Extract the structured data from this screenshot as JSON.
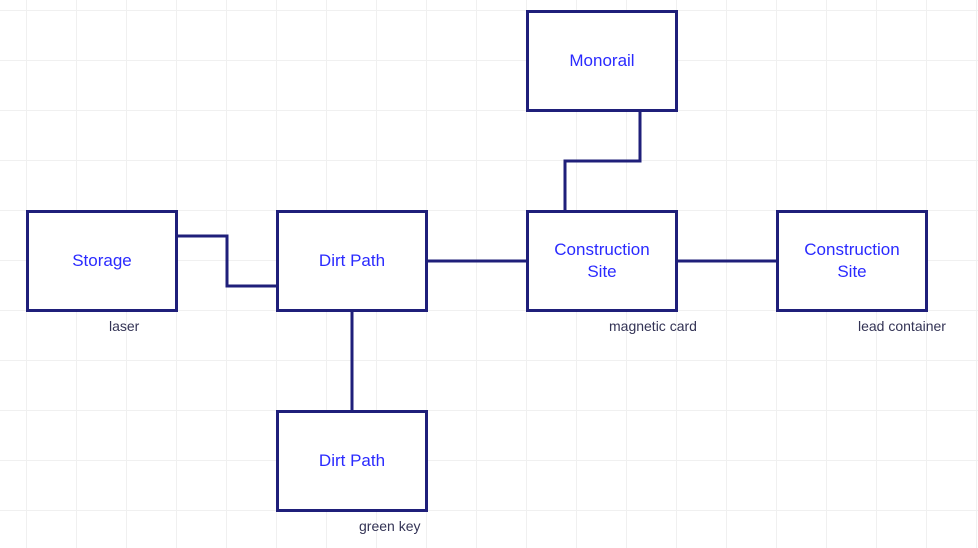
{
  "diagram": {
    "title": "Room map",
    "line_color": "#1f1f7a",
    "text_color": "#2a2aff",
    "nodes": [
      {
        "id": "monorail",
        "label": "Monorail",
        "item": ""
      },
      {
        "id": "storage",
        "label": "Storage",
        "item": "laser"
      },
      {
        "id": "dirt-path-1",
        "label": "Dirt Path",
        "item": ""
      },
      {
        "id": "construction-site-1",
        "label": "Construction\nSite",
        "item": "magnetic card"
      },
      {
        "id": "construction-site-2",
        "label": "Construction\nSite",
        "item": "lead container"
      },
      {
        "id": "dirt-path-2",
        "label": "Dirt Path",
        "item": "green key"
      }
    ],
    "edges": [
      {
        "from": "storage",
        "to": "dirt-path-1"
      },
      {
        "from": "dirt-path-1",
        "to": "construction-site-1"
      },
      {
        "from": "construction-site-1",
        "to": "monorail"
      },
      {
        "from": "construction-site-1",
        "to": "construction-site-2"
      },
      {
        "from": "dirt-path-1",
        "to": "dirt-path-2"
      }
    ]
  }
}
